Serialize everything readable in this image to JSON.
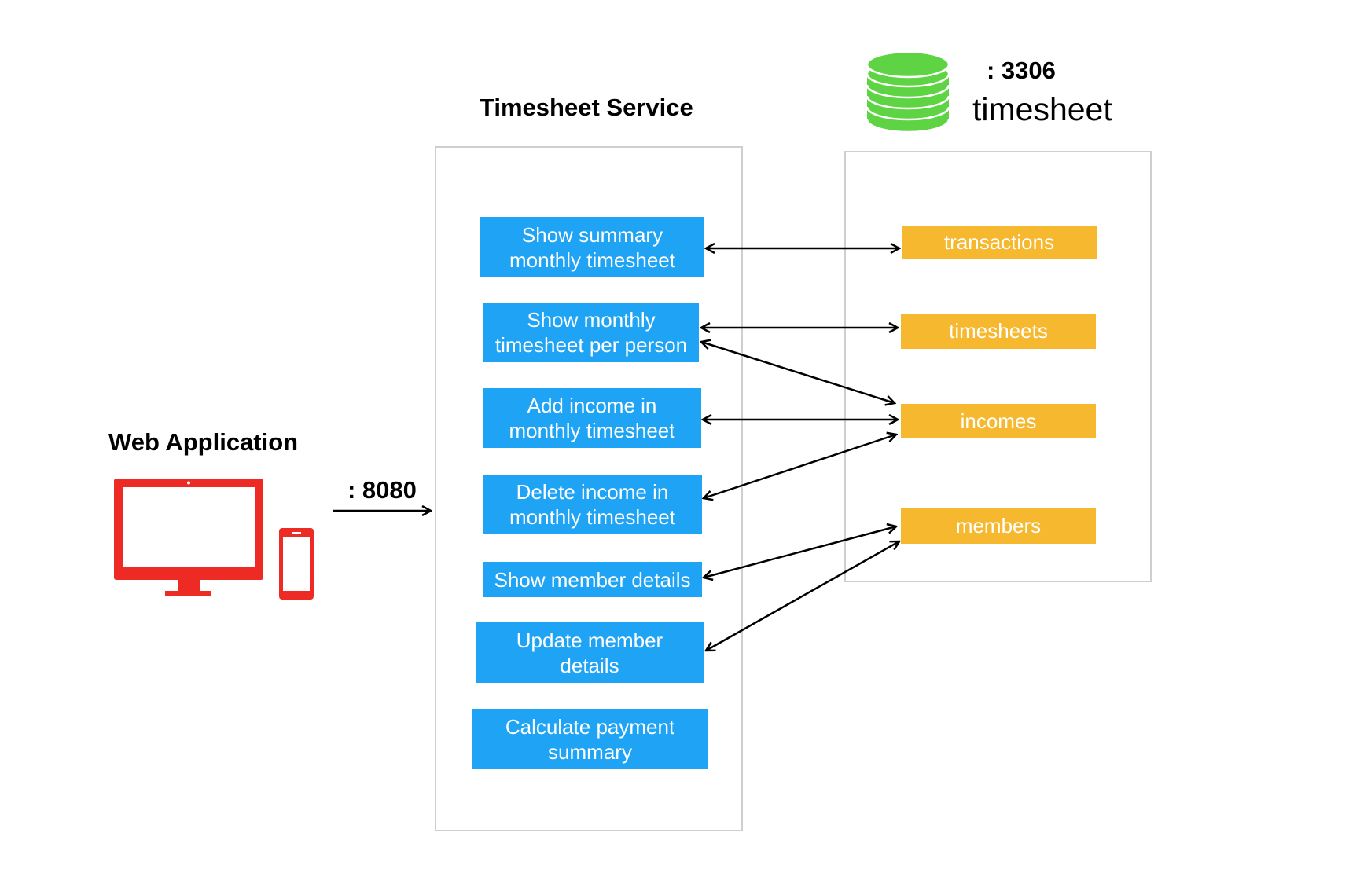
{
  "client": {
    "title": "Web Application"
  },
  "connection": {
    "port_label": ": 8080"
  },
  "service": {
    "title": "Timesheet Service",
    "operations": [
      {
        "label": "Show summary\nmonthly timesheet"
      },
      {
        "label": "Show monthly\ntimesheet per person"
      },
      {
        "label": "Add income in\nmonthly timesheet"
      },
      {
        "label": "Delete income in\nmonthly timesheet"
      },
      {
        "label": "Show member details"
      },
      {
        "label": "Update member\ndetails"
      },
      {
        "label": "Calculate payment\nsummary"
      }
    ]
  },
  "database": {
    "port_label": ": 3306",
    "name": "timesheet",
    "tables": [
      {
        "label": "transactions"
      },
      {
        "label": "timesheets"
      },
      {
        "label": "incomes"
      },
      {
        "label": "members"
      }
    ]
  },
  "links": [
    {
      "from": "Show summary monthly timesheet",
      "to": "transactions"
    },
    {
      "from": "Show monthly timesheet per person",
      "to": "timesheets"
    },
    {
      "from": "Show monthly timesheet per person",
      "to": "incomes"
    },
    {
      "from": "Add income in monthly timesheet",
      "to": "incomes"
    },
    {
      "from": "Delete income in monthly timesheet",
      "to": "incomes"
    },
    {
      "from": "Show member details",
      "to": "members"
    },
    {
      "from": "Update member details",
      "to": "members"
    }
  ],
  "colors": {
    "operation": "#1ea3f5",
    "table": "#f5b82e",
    "device": "#ee2a24",
    "database_icon": "#5ed445"
  },
  "icons": [
    "desktop-monitor-icon",
    "mobile-phone-icon",
    "database-icon"
  ]
}
